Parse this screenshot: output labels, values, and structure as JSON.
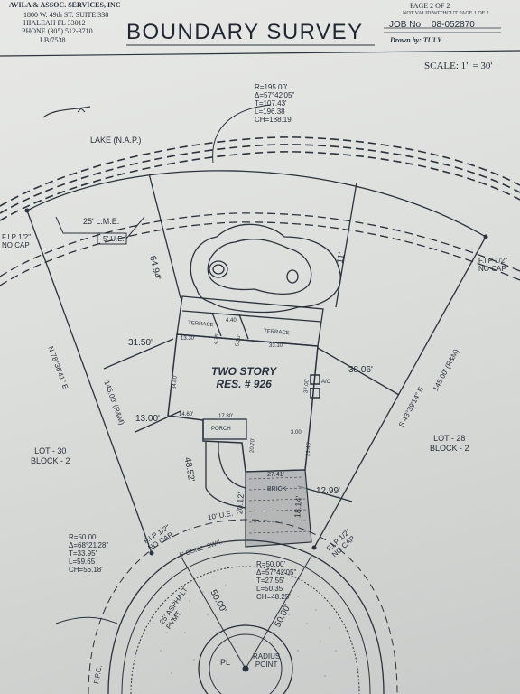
{
  "header": {
    "company": "AVILA & ASSOC. SERVICES, INC",
    "address1": "1800 W. 49th ST. SUITE 338",
    "address2": "HIALEAH    FL 33012",
    "phone": "PHONE (305) 512-3710",
    "lb": "LB/7538",
    "title": "BOUNDARY SURVEY",
    "page_label": "PAGE 2 OF 2",
    "page_note": "NOT VALID WITHOUT PAGE 1 OF 2",
    "job_label": "JOB No.",
    "job_number": "08-052870",
    "drawn_by": "Drawn by: TULY",
    "scale": "SCALE: 1\" = 30'"
  },
  "plat": {
    "lake": "LAKE (N.A.P.)",
    "lme": "25' L.M.E.",
    "ue": "5' U.E.",
    "fip_left": "F.I.P 1/2\"\nNO CAP",
    "fip_right": "F.I.P 1/2\"\nNO CAP",
    "fip_bottom_left": "F.I.P 1/2\"\nNO CAP",
    "fip_bottom_right": "F.I.P 1/2\"\nNO CAP",
    "lot_left": "LOT - 30\nBLOCK - 2",
    "lot_right": "LOT - 28\nBLOCK - 2",
    "residence": "TWO STORY\nRES. # 926",
    "terrace1": "TERRACE",
    "terrace2": "TERRACE",
    "porch": "PORCH",
    "brick": "BRICK",
    "ac": "A/C",
    "radius_point": "RADIUS\nPOINT",
    "pl": "PL",
    "asphalt": "25' ASPHALT\nPVMT.",
    "sidewalk": "5' CONC. SWK.",
    "pc": "P.P.C.",
    "ue_bottom": "10' U.E.",
    "bearing_left": "N 78°36'41\" E",
    "bearing_right": "S 43°39'14\" E",
    "dist_left": "145.00' (R&M)",
    "dist_right": "145.00' (R&M)",
    "dims": {
      "d6494": "64.94'",
      "d11": "11'",
      "d3150": "31.50'",
      "d3806": "38.06'",
      "d1300": "13.00'",
      "d4852": "48.52'",
      "d1299": "12.99'",
      "d1330": "13.30'",
      "d3310": "33.10'",
      "d1460": "14.60'",
      "d1780": "17.80'",
      "d2741": "27.41'",
      "d3480": "34.80'",
      "d3700": "37.00'",
      "d2070": "20.70'",
      "d2145": "21.45'",
      "d300": "3.00'",
      "d440": "4.40'",
      "d475": "4.75'",
      "d530": "5.30'",
      "d5000a": "50.00'",
      "d5000b": "50.00'",
      "d2012": "20.12'",
      "d1814": "18.14'"
    },
    "curve_top": "R=195.00'\nΔ=57°42'05\"\nT=107.43'\nL=196.38\nCH=188.19'",
    "curve_left": "R=50.00'\nΔ=68°21'28\"\nT=33.95'\nL=59.65\nCH=56.18'",
    "curve_right": "R=50.00'\nΔ=57°42'05\"\nT=27.55'\nL=50.35\nCH=48.25'"
  }
}
